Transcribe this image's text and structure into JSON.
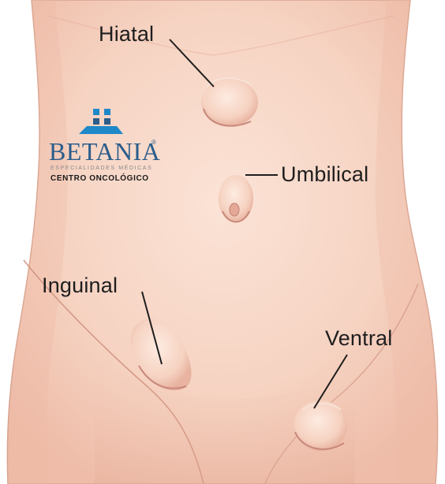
{
  "figure": {
    "labels": {
      "hiatal": "Hiatal",
      "umbilical": "Umbilical",
      "inguinal": "Inguinal",
      "ventral": "Ventral"
    },
    "colors": {
      "skin": "#f6d6c6",
      "skin_shadow": "#e9b7a2",
      "bulge": "#f9dccd",
      "outline": "#c99080",
      "leader_line": "#1e1e1e",
      "label_text": "#1e1e1e"
    }
  },
  "logo": {
    "name": "BETANIA",
    "registered_mark": "®",
    "subtitle": "ESPECIALIDADES MÉDICAS",
    "center_line": "CENTRO ONCOLÓGICO",
    "icon": "betania-logo-mark",
    "colors": {
      "primary": "#2c5d8a",
      "accent": "#1f88c9"
    }
  }
}
